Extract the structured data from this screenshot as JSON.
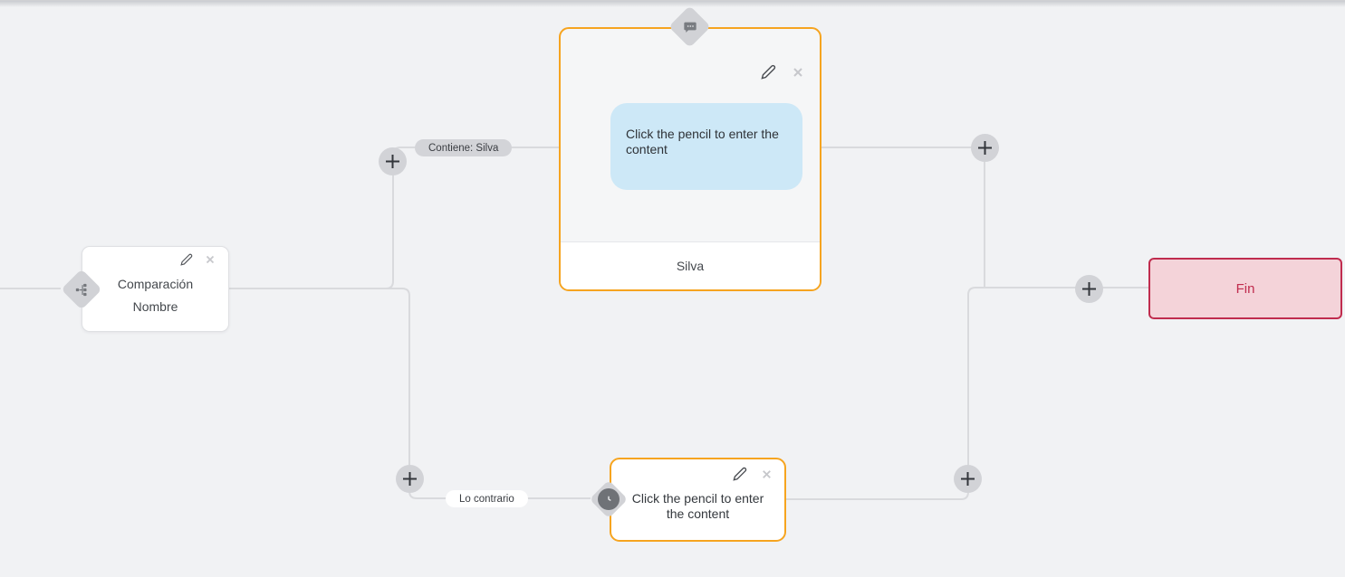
{
  "canvas": {
    "background": "#f1f2f4",
    "line_color": "#d9dadd"
  },
  "colors": {
    "accent_orange": "#f6a41f",
    "end_border": "#c02c4e",
    "end_background": "#f4d3d9",
    "bubble_blue": "#cde8f7",
    "pill_gray": "#d3d4d8",
    "port_diamond_gray": "#d1d2d6"
  },
  "nodes": {
    "condition": {
      "title": "Comparación",
      "subtitle": "Nombre"
    },
    "message": {
      "bubble_text": "Click the pencil to enter the content",
      "footer_label": "Silva"
    },
    "delay": {
      "placeholder_text": "Click the pencil to enter the content"
    },
    "end": {
      "label": "Fin"
    }
  },
  "edge_labels": {
    "match": "Contiene: Silva",
    "else": "Lo contrario"
  },
  "icons": {
    "condition_port": "branch-icon",
    "message_port": "chat-bubble-icon",
    "delay_port": "clock-icon",
    "edit": "pencil-icon",
    "remove": "close-icon",
    "add": "plus-icon"
  }
}
